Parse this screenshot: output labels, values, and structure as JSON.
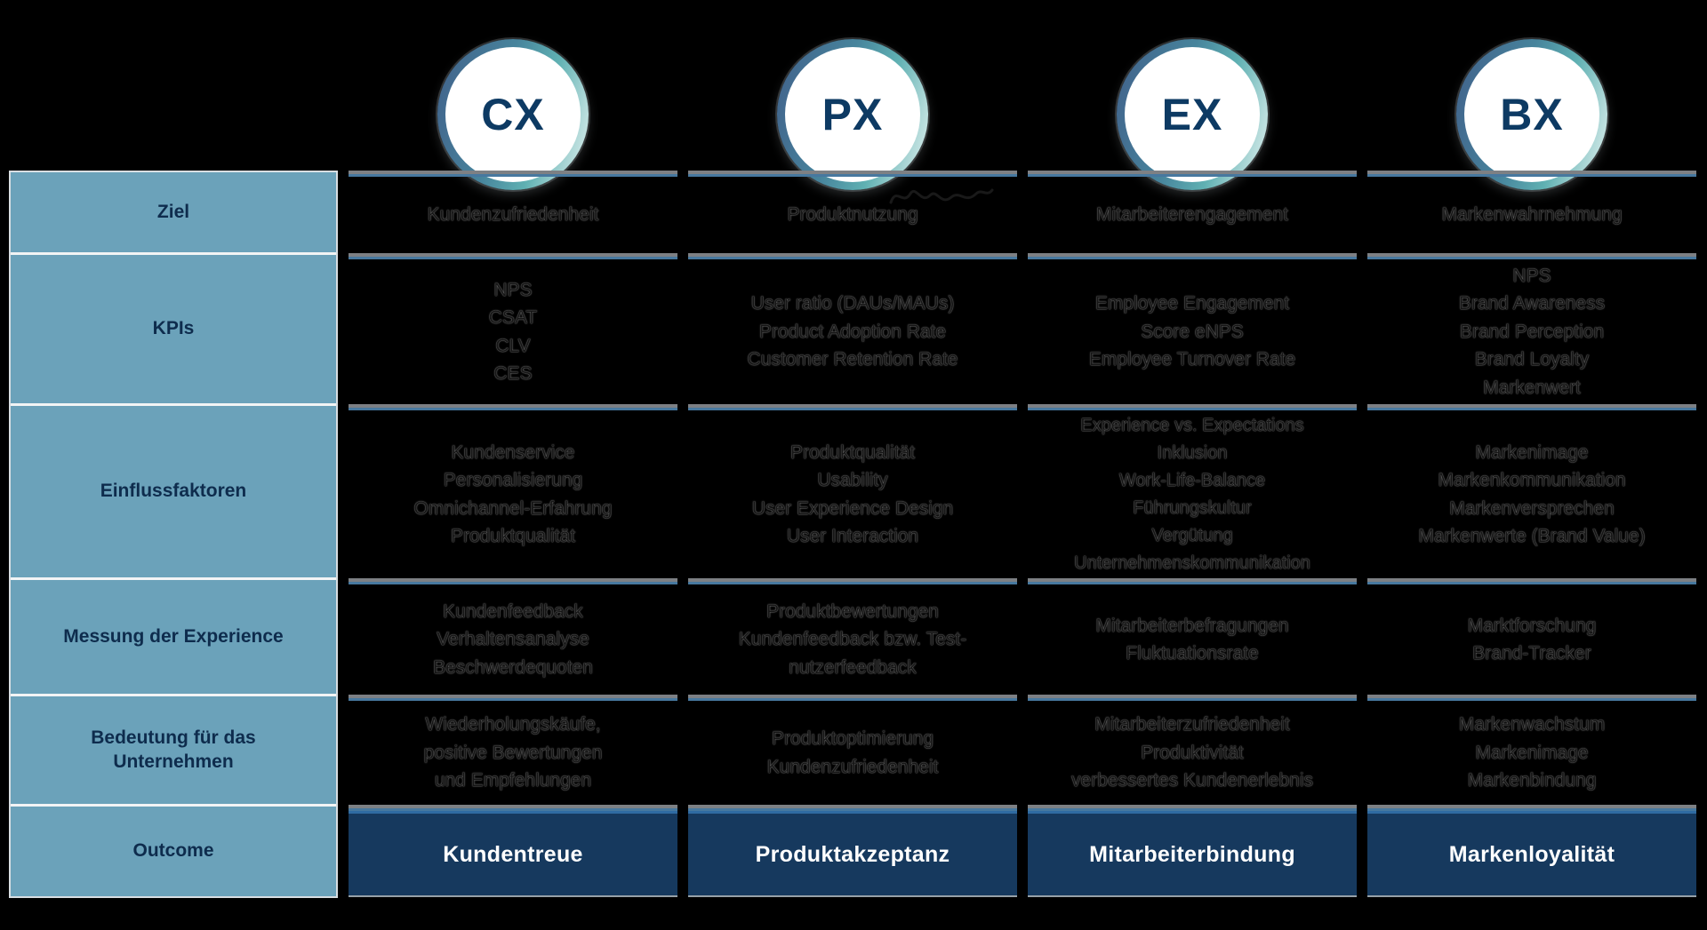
{
  "meta": {
    "background": "#000000",
    "sidebar_blue": "#6ba2ba",
    "sidebar_text_navy": "#0e2c4d",
    "outcome_navy": "#16395e",
    "divider_gray": "#7d8084",
    "divider_blue": "#47789f",
    "circle_ring_start": "#41608a",
    "circle_ring_end": "#e9f5f3",
    "badge_text_navy": "#0d3a63"
  },
  "sidebar": {
    "rows": [
      {
        "label": "Ziel"
      },
      {
        "label": "KPIs"
      },
      {
        "label": "Einflussfaktoren"
      },
      {
        "label": "Messung der Experience"
      },
      {
        "label": "Bedeutung für das Unternehmen"
      },
      {
        "label": "Outcome"
      }
    ]
  },
  "columns": [
    {
      "badge": "CX",
      "ziel": "Kundenzufriedenheit",
      "kpis": "NPS\nCSAT\nCLV\nCES",
      "einflussfaktoren": "Kundenservice\nPersonalisierung\nOmnichannel-Erfahrung\nProduktqualität",
      "messung": "Kundenfeedback\nVerhaltensanalyse\nBeschwerdequoten",
      "bedeutung": "Wiederholungskäufe,\npositive Bewertungen\nund Empfehlungen",
      "outcome": "Kundentreue"
    },
    {
      "badge": "PX",
      "ziel": "Produktnutzung",
      "kpis": "User ratio (DAUs/MAUs)\nProduct Adoption Rate\nCustomer Retention Rate",
      "einflussfaktoren": "Produktqualität\nUsability\nUser Experience Design\nUser Interaction",
      "messung": "Produktbewertungen\nKundenfeedback bzw. Test-\nnutzerfeedback",
      "bedeutung": "Produktoptimierung\nKundenzufriedenheit",
      "outcome": "Produktakzeptanz"
    },
    {
      "badge": "EX",
      "ziel": "Mitarbeiterengagement",
      "kpis": "Employee Engagement\nScore eNPS\nEmployee Turnover Rate",
      "einflussfaktoren": "Experience vs. Expectations\nInklusion\nWork-Life-Balance\nFührungskultur\nVergütung\nUnternehmenskommunikation",
      "messung": "Mitarbeiterbefragungen\nFluktuationsrate",
      "bedeutung": "Mitarbeiterzufriedenheit\nProduktivität\nverbessertes Kundenerlebnis",
      "outcome": "Mitarbeiterbindung"
    },
    {
      "badge": "BX",
      "ziel": "Markenwahrnehmung",
      "kpis": "NPS\nBrand Awareness\nBrand Perception\nBrand Loyalty\nMarkenwert",
      "einflussfaktoren": "Markenimage\nMarkenkommunikation\nMarkenversprechen\nMarkenwerte (Brand Value)",
      "messung": "Marktforschung\nBrand-Tracker",
      "bedeutung": "Markenwachstum\nMarkenimage\nMarkenbindung",
      "outcome": "Markenloyalität"
    }
  ]
}
